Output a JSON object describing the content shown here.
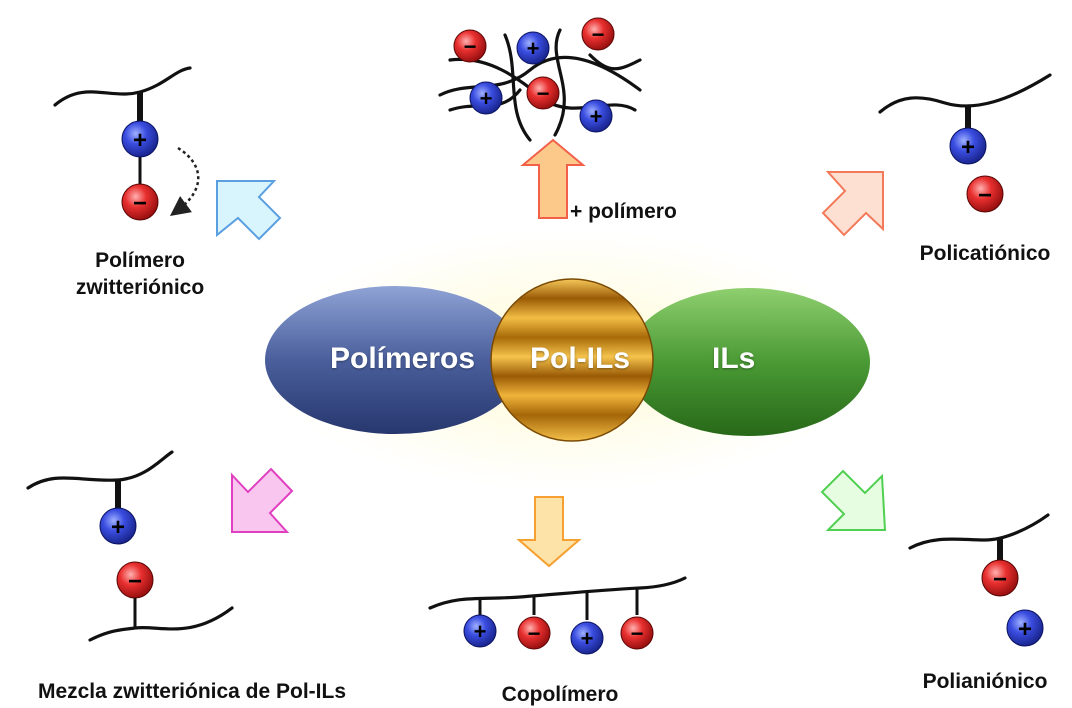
{
  "center": {
    "polymers": "Polímeros",
    "polils": "Pol-ILs",
    "ils": "ILs"
  },
  "labels": {
    "zwitterionic_polymer_line1": "Polímero",
    "zwitterionic_polymer_line2": "zwitteriónico",
    "plus_polymer": "+ polímero",
    "polycationic": "Policatiónico",
    "zwitterionic_blend": "Mezcla zwitteriónica de Pol-ILs",
    "copolymer": "Copolímero",
    "polyanionic": "Polianiónico"
  },
  "symbols": {
    "plus": "+",
    "minus": "−"
  },
  "colors": {
    "cation": "#2b3fd6",
    "anion": "#e0262a",
    "polymers_ellipse": "#3a4f8c",
    "ils_ellipse": "#3f8a2e",
    "polils_circle": "#d08a10"
  }
}
